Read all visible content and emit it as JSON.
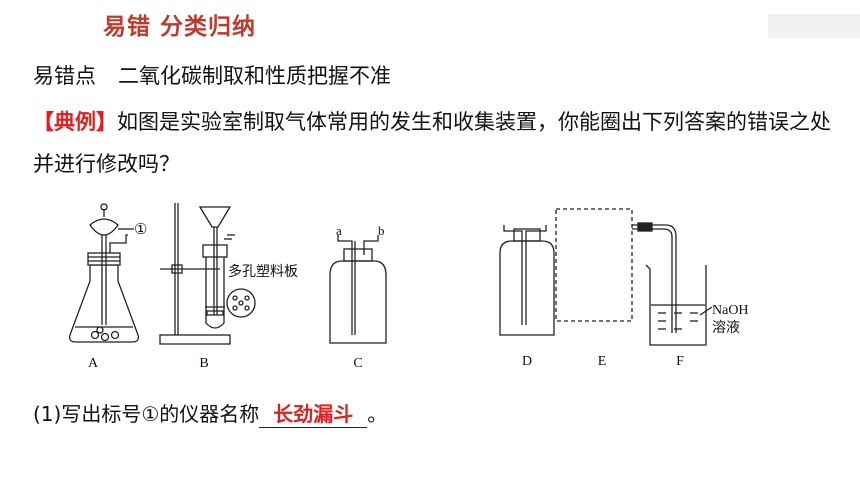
{
  "header": {
    "title": "易错 分类归纳"
  },
  "topic": {
    "label": "易错点",
    "text": "二氧化碳制取和性质把握不准"
  },
  "example": {
    "tag": "【典例】",
    "text": "如图是实验室制取气体常用的发生和收集装置，你能圈出下列答案的错误之处并进行修改吗？"
  },
  "figure": {
    "labels": [
      "A",
      "B",
      "C",
      "D",
      "E",
      "F"
    ],
    "callout_1": "①",
    "plate_label": "多孔塑料板",
    "tube_a": "a",
    "tube_b": "b",
    "naoh_line1": "NaOH",
    "naoh_line2": "溶液"
  },
  "question": {
    "prefix": "(1)写出标号①的仪器名称",
    "answer": "长劲漏斗",
    "suffix": "。"
  }
}
